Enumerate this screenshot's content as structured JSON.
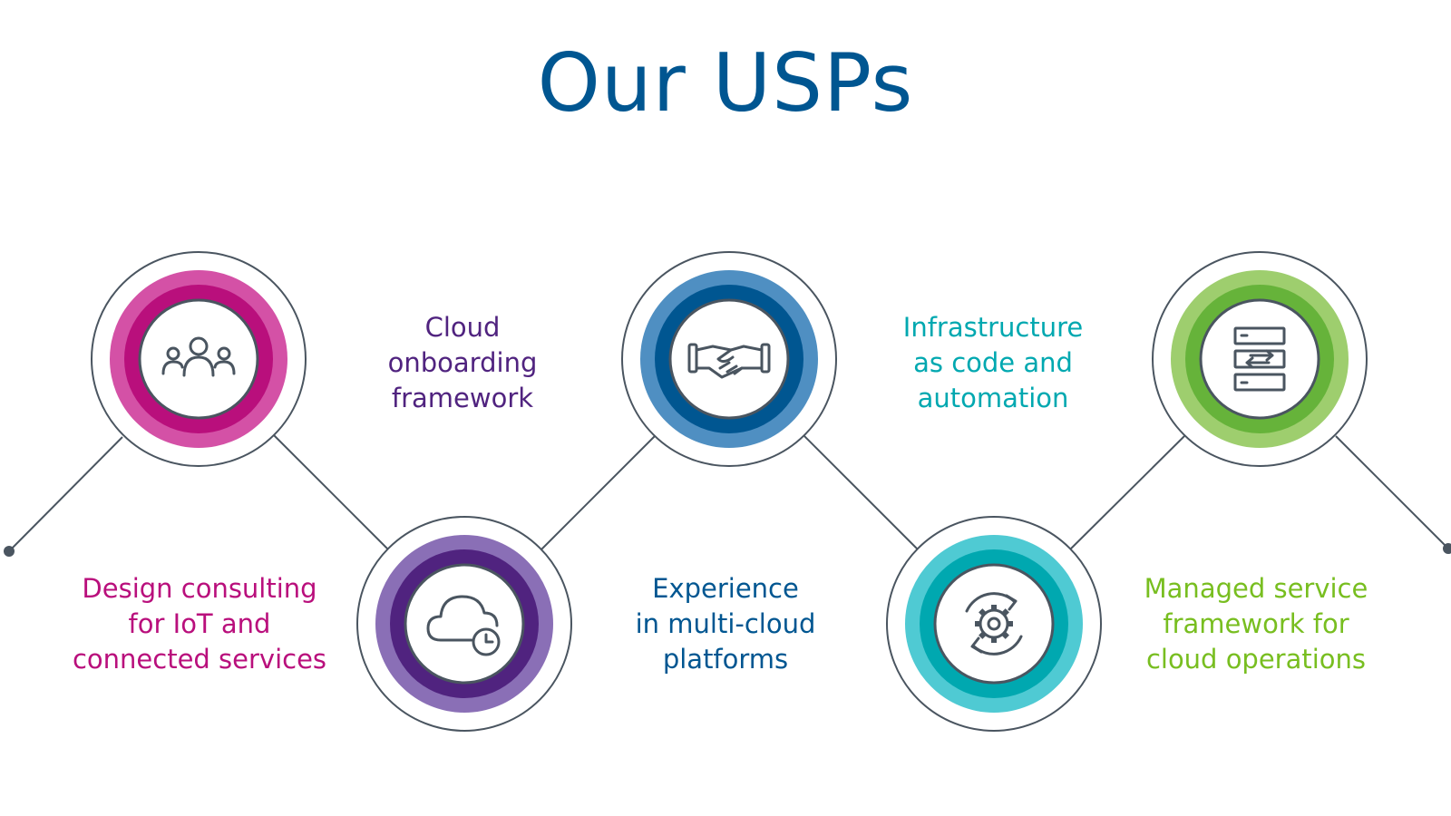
{
  "title": "Our USPs",
  "title_color": "#005691",
  "line_color": "#4a5560",
  "icon_color": "#4a5560",
  "usps": [
    {
      "lines": [
        "Design consulting",
        "for IoT and",
        "connected services"
      ],
      "color": "#b90f7c",
      "ring_outer": "#d451a6",
      "ring_inner": "#b90f7c",
      "icon": "people-group-icon"
    },
    {
      "lines": [
        "Cloud",
        "onboarding",
        "framework"
      ],
      "color": "#50237f",
      "ring_outer": "#8a6fb6",
      "ring_inner": "#50237f",
      "icon": "cloud-clock-icon"
    },
    {
      "lines": [
        "Experience",
        "in multi-cloud",
        "platforms"
      ],
      "color": "#005691",
      "ring_outer": "#4f8fc2",
      "ring_inner": "#005691",
      "icon": "handshake-icon"
    },
    {
      "lines": [
        "Infrastructure",
        "as code and",
        "automation"
      ],
      "color": "#00a8b0",
      "ring_outer": "#4fcad3",
      "ring_inner": "#00a8b0",
      "icon": "gear-sync-icon"
    },
    {
      "lines": [
        "Managed service",
        "framework for",
        "cloud operations"
      ],
      "color": "#78be20",
      "ring_outer": "#9ece6e",
      "ring_inner": "#66b33a",
      "icon": "server-exchange-icon"
    }
  ]
}
